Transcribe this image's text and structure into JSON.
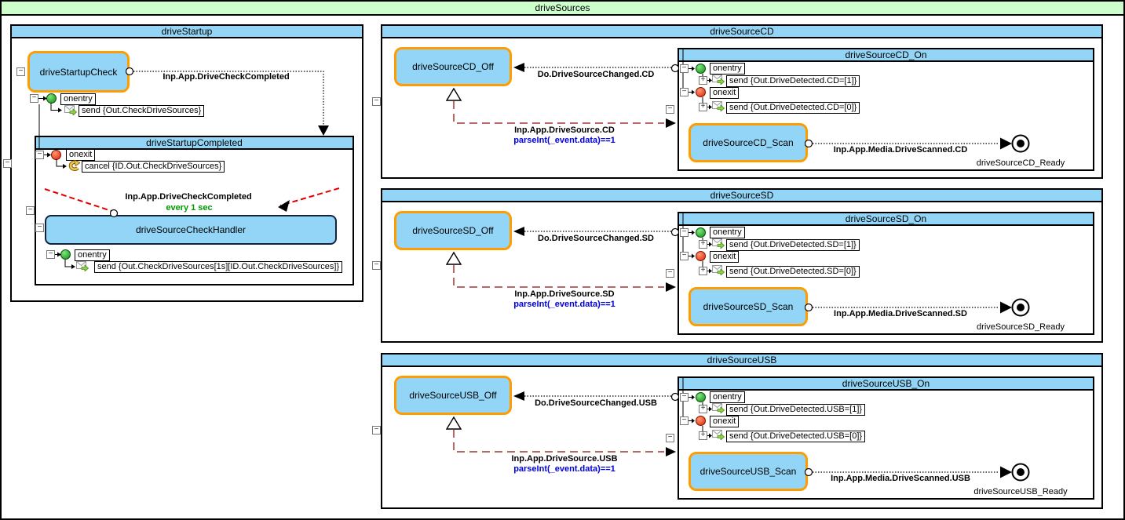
{
  "root": {
    "title": "driveSources"
  },
  "colors": {
    "header_bg": "#ccffcc",
    "state_blue": "#93d5f6",
    "state_border_orange": "#ff9c00",
    "transition_red": "#e00000",
    "transition_dark_red": "#a03535",
    "condition_blue": "#0000dd",
    "timer_green": "#009900"
  },
  "icons": {
    "collapse_minus": "minus-box",
    "collapse_plus": "plus-box",
    "onentry_dot": "green-circle",
    "onexit_dot": "red-circle",
    "send_action": "envelope-with-green-arrow",
    "cancel_action": "curved-gold-arrow",
    "connector": "small-white-circle",
    "initial_triangle": "hollow-up-triangle",
    "final_state": "bullseye-circle"
  },
  "startup": {
    "title": "driveStartup",
    "check_state": "driveStartupCheck",
    "onentry_label": "onentry",
    "onentry_action": "send {Out.CheckDriveSources}",
    "transition_check_completed": "Inp.App.DriveCheckCompleted",
    "completed_title": "driveStartupCompleted",
    "onexit_label": "onexit",
    "onexit_action": "cancel {ID.Out.CheckDriveSources}",
    "transition_event": "Inp.App.DriveCheckCompleted",
    "transition_timer": "every 1 sec",
    "handler_state": "driveSourceCheckHandler",
    "handler_onentry_label": "onentry",
    "handler_onentry_action": "send {Out.CheckDriveSources[1s][ID.Out.CheckDriveSources]}"
  },
  "sources": [
    {
      "title": "driveSourceCD",
      "off": "driveSourceCD_Off",
      "on": "driveSourceCD_On",
      "onentry_label": "onentry",
      "onentry_action": "send {Out.DriveDetected.CD=[1]}",
      "onexit_label": "onexit",
      "onexit_action": "send {Out.DriveDetected.CD=[0]}",
      "changed": "Do.DriveSourceChanged.CD",
      "source_event": "Inp.App.DriveSource.CD",
      "condition": "parseInt(_event.data)==1",
      "scan": "driveSourceCD_Scan",
      "scanned": "Inp.App.Media.DriveScanned.CD",
      "ready": "driveSourceCD_Ready"
    },
    {
      "title": "driveSourceSD",
      "off": "driveSourceSD_Off",
      "on": "driveSourceSD_On",
      "onentry_label": "onentry",
      "onentry_action": "send {Out.DriveDetected.SD=[1]}",
      "onexit_label": "onexit",
      "onexit_action": "send {Out.DriveDetected.SD=[0]}",
      "changed": "Do.DriveSourceChanged.SD",
      "source_event": "Inp.App.DriveSource.SD",
      "condition": "parseInt(_event.data)==1",
      "scan": "driveSourceSD_Scan",
      "scanned": "Inp.App.Media.DriveScanned.SD",
      "ready": "driveSourceSD_Ready"
    },
    {
      "title": "driveSourceUSB",
      "off": "driveSourceUSB_Off",
      "on": "driveSourceUSB_On",
      "onentry_label": "onentry",
      "onentry_action": "send {Out.DriveDetected.USB=[1]}",
      "onexit_label": "onexit",
      "onexit_action": "send {Out.DriveDetected.USB=[0]}",
      "changed": "Do.DriveSourceChanged.USB",
      "source_event": "Inp.App.DriveSource.USB",
      "condition": "parseInt(_event.data)==1",
      "scan": "driveSourceUSB_Scan",
      "scanned": "Inp.App.Media.DriveScanned.USB",
      "ready": "driveSourceUSB_Ready"
    }
  ]
}
